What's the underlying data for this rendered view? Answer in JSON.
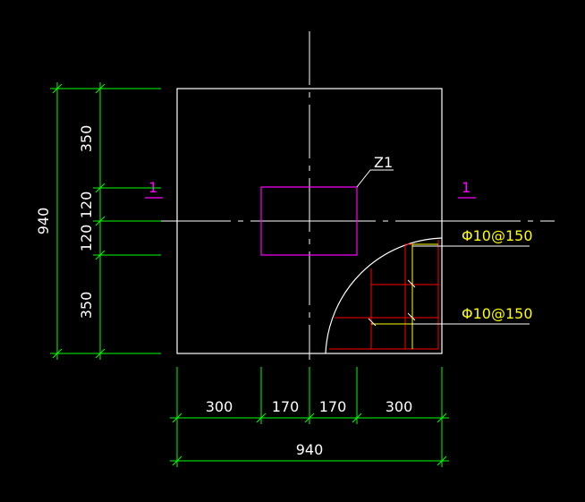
{
  "colors": {
    "background": "#000000",
    "outline": "#ffffff",
    "dimension": "#00ff00",
    "centerline": "#ffffff",
    "column": "#ff00ff",
    "rebar": "#ff0000",
    "rebar_label": "#ffff00",
    "section_mark": "#ff00ff",
    "dim_text": "#ffffff"
  },
  "column": {
    "label": "Z1"
  },
  "section_mark": {
    "left": "1",
    "right": "1"
  },
  "rebar": {
    "top_label": "Φ10@150",
    "bottom_label": "Φ10@150"
  },
  "dimensions": {
    "vertical": {
      "total": "940",
      "segments": [
        "350",
        "120",
        "120",
        "350"
      ]
    },
    "horizontal": {
      "total": "940",
      "segments": [
        "300",
        "170",
        "170",
        "300"
      ]
    }
  }
}
